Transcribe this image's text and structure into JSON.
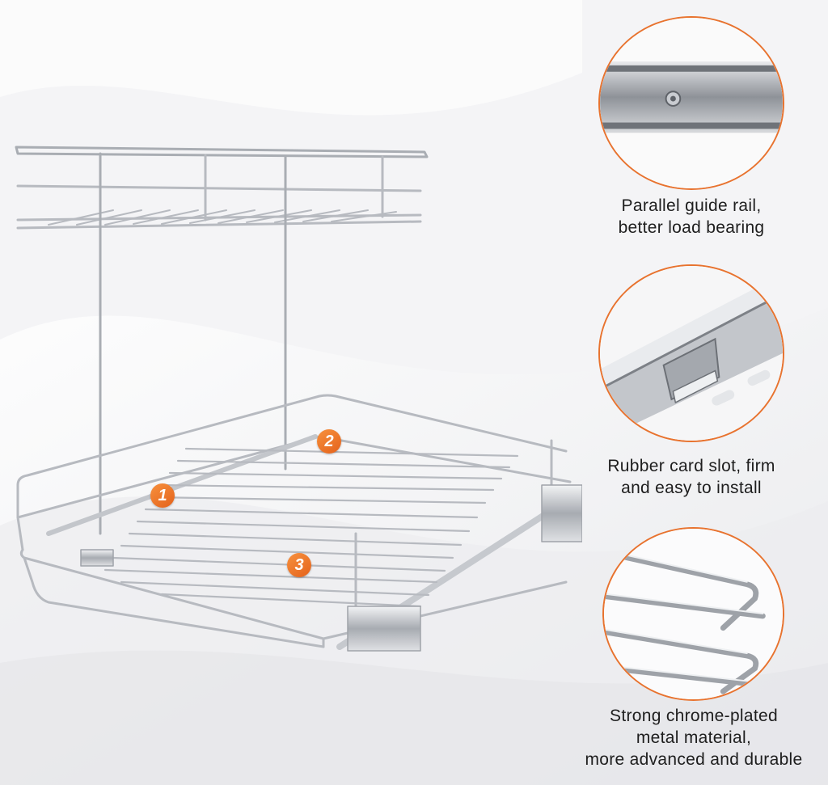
{
  "features": [
    {
      "icon": "guide-rail-closeup-icon",
      "lines": [
        "Parallel guide rail,",
        "better load bearing"
      ]
    },
    {
      "icon": "card-slot-closeup-icon",
      "lines": [
        "Rubber card slot, firm",
        "and easy to install"
      ]
    },
    {
      "icon": "chrome-wire-closeup-icon",
      "lines": [
        "Strong chrome-plated",
        "metal material,",
        "more advanced and durable"
      ]
    }
  ],
  "badges": [
    "1",
    "2",
    "3"
  ],
  "colors": {
    "accent": "#e8732f",
    "chrome": "#b9bcc1"
  }
}
